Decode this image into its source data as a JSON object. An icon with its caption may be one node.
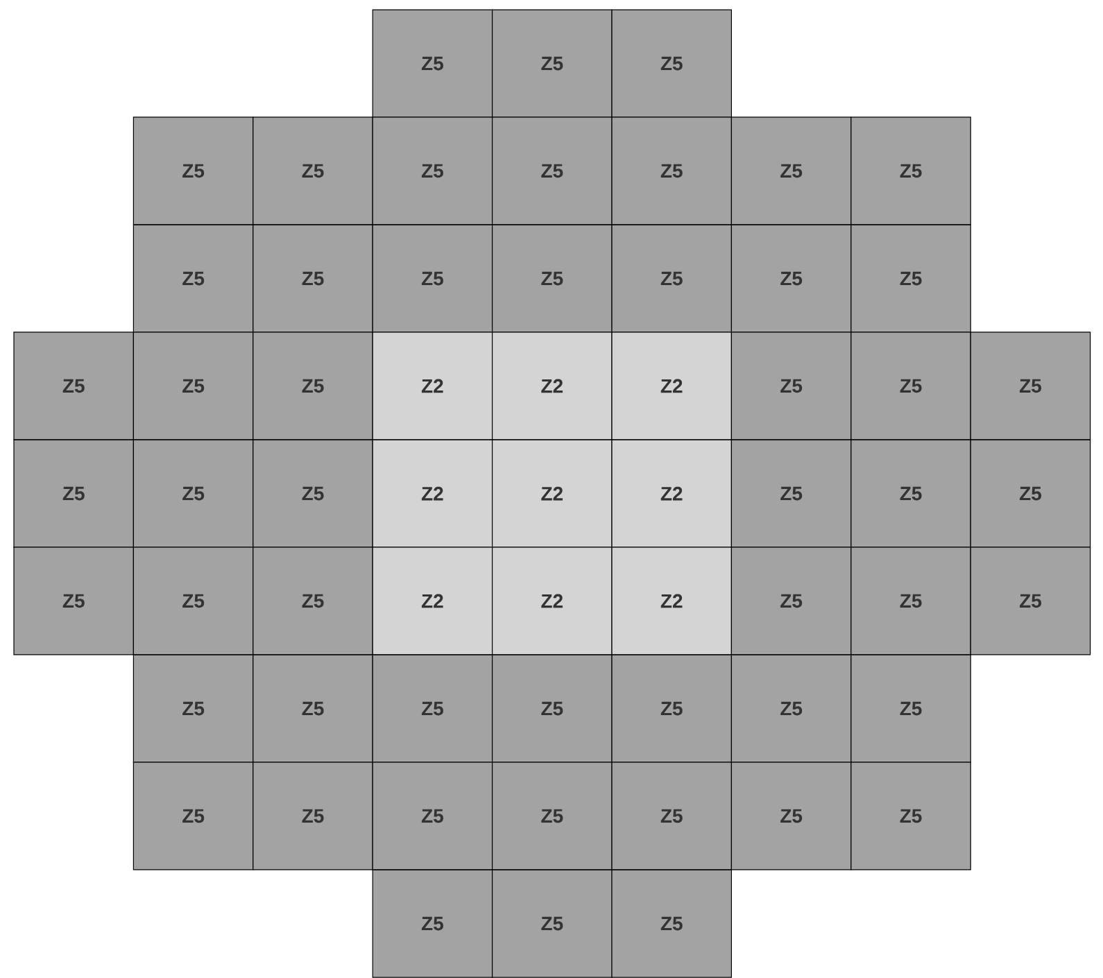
{
  "diagram": {
    "nodes": [
      {
        "text": [
          "Z5"
        ]
      },
      {
        "text": [
          "Z5"
        ]
      },
      {
        "text": [
          "Z5"
        ]
      },
      {
        "text": [
          "Z5"
        ]
      },
      {
        "text": [
          "Z5"
        ]
      },
      {
        "text": [
          "Z5"
        ]
      },
      {
        "text": [
          "Z5"
        ]
      },
      {
        "text": [
          "Z5"
        ]
      },
      {
        "text": [
          "Z5"
        ]
      },
      {
        "text": [
          "Z5"
        ]
      },
      {
        "text": [
          "Z5"
        ]
      },
      {
        "text": [
          "Z5"
        ]
      },
      {
        "text": [
          "Z5"
        ]
      },
      {
        "text": [
          "Z5"
        ]
      },
      {
        "text": [
          "Z5"
        ]
      },
      {
        "text": [
          "Z5"
        ]
      },
      {
        "text": [
          "Z5"
        ]
      },
      {
        "text": [
          "Z5"
        ]
      },
      {
        "text": [
          "Z5"
        ]
      },
      {
        "text": [
          "Z5"
        ]
      },
      {
        "text": [
          "Z2"
        ]
      },
      {
        "text": [
          "Z2"
        ]
      },
      {
        "text": [
          "Z2"
        ]
      },
      {
        "text": [
          "Z5"
        ]
      },
      {
        "text": [
          "Z5"
        ]
      },
      {
        "text": [
          "Z5"
        ]
      },
      {
        "text": [
          "Z5"
        ]
      },
      {
        "text": [
          "Z5"
        ]
      },
      {
        "text": [
          "Z5"
        ]
      },
      {
        "text": [
          "Z2"
        ]
      },
      {
        "text": [
          "Z2"
        ]
      },
      {
        "text": [
          "Z2"
        ]
      },
      {
        "text": [
          "Z5"
        ]
      },
      {
        "text": [
          "Z5"
        ]
      },
      {
        "text": [
          "Z5"
        ]
      },
      {
        "text": [
          "Z5"
        ]
      },
      {
        "text": [
          "Z5"
        ]
      },
      {
        "text": [
          "Z5"
        ]
      },
      {
        "text": [
          "Z2"
        ]
      },
      {
        "text": [
          "Z2"
        ]
      },
      {
        "text": [
          "Z2"
        ]
      },
      {
        "text": [
          "Z5"
        ]
      },
      {
        "text": [
          "Z5"
        ]
      },
      {
        "text": [
          "Z5"
        ]
      },
      {
        "text": [
          "Z5"
        ]
      },
      {
        "text": [
          "Z5"
        ]
      },
      {
        "text": [
          "Z5"
        ]
      },
      {
        "text": [
          "Z5"
        ]
      },
      {
        "text": [
          "Z5"
        ]
      },
      {
        "text": [
          "Z5"
        ]
      },
      {
        "text": [
          "Z5"
        ]
      },
      {
        "text": [
          "Z5"
        ]
      },
      {
        "text": [
          "Z5"
        ]
      },
      {
        "text": [
          "Z5"
        ]
      },
      {
        "text": [
          "Z5"
        ]
      },
      {
        "text": [
          "Z5"
        ]
      },
      {
        "text": [
          "Z5"
        ]
      },
      {
        "text": [
          "Z5"
        ]
      },
      {
        "text": [
          "Z5"
        ]
      },
      {
        "text": [
          "Z5"
        ]
      },
      {
        "text": [
          "Z5"
        ]
      }
    ]
  }
}
